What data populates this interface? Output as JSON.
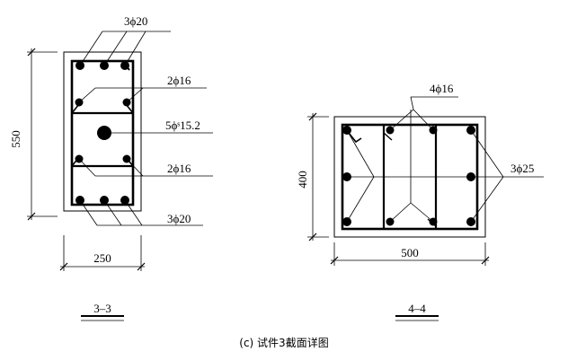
{
  "section_3_3": {
    "label_top": "3ϕ20",
    "label_upper_mid": "2ϕ16",
    "label_strand": "5ϕˢ15.2",
    "label_lower_mid": "2ϕ16",
    "label_bottom": "3ϕ20",
    "dim_height": "550",
    "dim_width": "250",
    "title": "3–3"
  },
  "section_4_4": {
    "label_top": "4ϕ16",
    "label_side": "3ϕ25",
    "dim_height": "400",
    "dim_width": "500",
    "title": "4–4"
  },
  "caption": "(c) 试件3截面详图"
}
